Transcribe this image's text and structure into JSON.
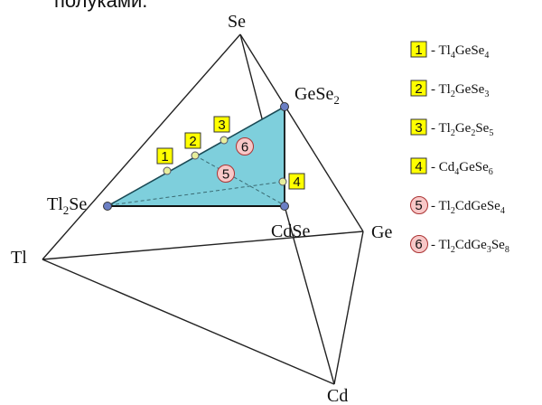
{
  "header_fragment": "полуками.",
  "vertices": {
    "Se": "Se",
    "Ge": "Ge",
    "Tl": "Tl",
    "Cd": "Cd"
  },
  "binaries": {
    "GeSe2": {
      "main": "GeSe",
      "sub": "2"
    },
    "Tl2Se": {
      "main": "Tl",
      "sub": "2",
      "tail": "Se"
    },
    "CdSe": {
      "main": "CdSe"
    }
  },
  "compounds": [
    {
      "id": "1",
      "badge": "square",
      "parts": [
        [
          "Tl",
          ""
        ],
        [
          "4",
          "sub"
        ],
        [
          "GeSe",
          ""
        ],
        [
          "4",
          "sub"
        ]
      ]
    },
    {
      "id": "2",
      "badge": "square",
      "parts": [
        [
          "Tl",
          ""
        ],
        [
          "2",
          "sub"
        ],
        [
          "GeSe",
          ""
        ],
        [
          "3",
          "sub"
        ]
      ]
    },
    {
      "id": "3",
      "badge": "square",
      "parts": [
        [
          "Tl",
          ""
        ],
        [
          "2",
          "sub"
        ],
        [
          "Ge",
          ""
        ],
        [
          "2",
          "sub"
        ],
        [
          "Se",
          ""
        ],
        [
          "5",
          "sub"
        ]
      ]
    },
    {
      "id": "4",
      "badge": "square",
      "parts": [
        [
          "Cd",
          ""
        ],
        [
          "4",
          "sub"
        ],
        [
          "GeSe",
          ""
        ],
        [
          "6",
          "sub"
        ]
      ]
    },
    {
      "id": "5",
      "badge": "circle",
      "parts": [
        [
          "Tl",
          ""
        ],
        [
          "2",
          "sub"
        ],
        [
          "CdGeSe",
          ""
        ],
        [
          "4",
          "sub"
        ]
      ]
    },
    {
      "id": "6",
      "badge": "circle",
      "parts": [
        [
          "Tl",
          ""
        ],
        [
          "2",
          "sub"
        ],
        [
          "CdGe",
          ""
        ],
        [
          "3",
          "sub"
        ],
        [
          "Se",
          ""
        ],
        [
          "8",
          "sub"
        ]
      ]
    }
  ],
  "legend_sep": " - ",
  "colors": {
    "plane_fill": "#7ecfdc",
    "square_badge": "#ffff00",
    "circle_badge": "#f8c8c8",
    "node_blue": "#6b7fc4",
    "node_yellow": "#e7ee9c"
  }
}
